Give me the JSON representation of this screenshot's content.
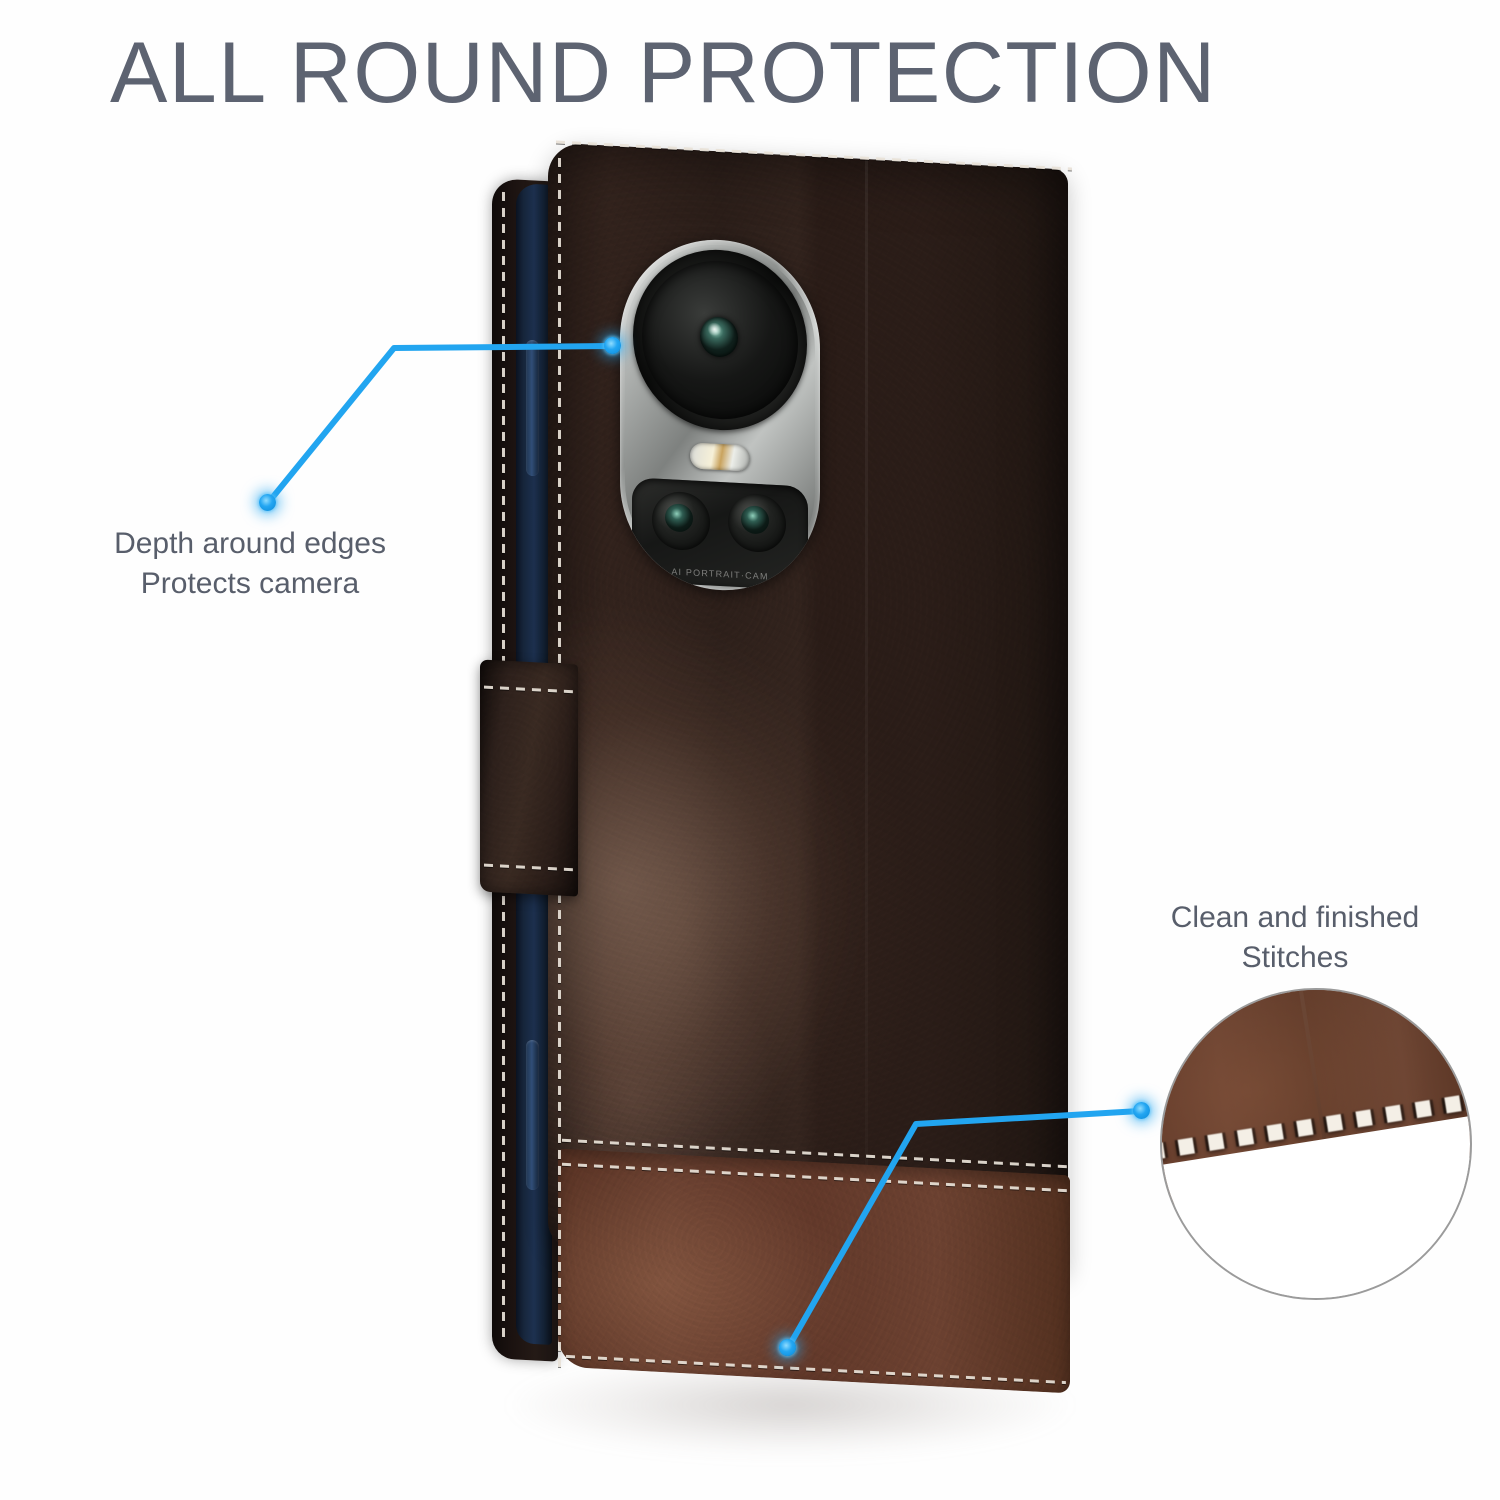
{
  "page": {
    "background_color": "#ffffff",
    "headline": "ALL ROUND PROTECTION",
    "headline_color": "#5d6371",
    "accent_color": "#22a5f0"
  },
  "callouts": [
    {
      "id": "depth-camera",
      "line1": "Depth around edges",
      "line2": "Protects camera",
      "text_color": "#585e6b",
      "side": "left",
      "anchor_label": "camera-module-edge"
    },
    {
      "id": "stitches",
      "line1": "Clean and finished",
      "line2": "Stitches",
      "text_color": "#585e6b",
      "side": "right",
      "anchor_label": "bottom-leather-stitch"
    }
  ],
  "product": {
    "name": "leather-flip-wallet-phone-case",
    "leather_top_color": "#281c18",
    "leather_bottom_color": "#67402f",
    "stitch_color": "#e9e2d8",
    "phone_edge_color": "#1d3150",
    "camera": {
      "module_label": "AI PORTRAIT·CAM",
      "bezel_color": "#b4b7b5",
      "lens_count": 3,
      "has_flash": true
    },
    "features": [
      "magnetic-closure-strap",
      "raised-camera-cutout",
      "contrast-stitching",
      "two-tone-panel"
    ]
  },
  "magnifier": {
    "id": "stitch-detail-magnifier",
    "border_color": "#9b9b9b",
    "shows": "close-up of contrast stitching on brown leather edge"
  }
}
